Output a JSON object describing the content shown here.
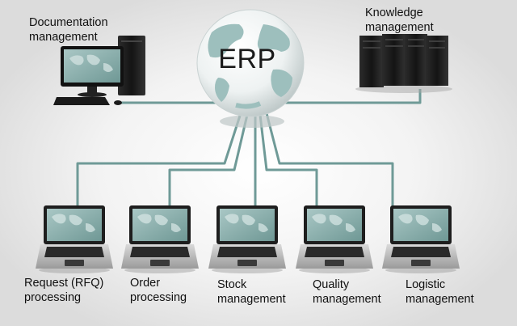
{
  "hub": {
    "title": "ERP",
    "icon": "globe-icon"
  },
  "top_nodes": [
    {
      "id": "documentation",
      "line1": "Documentation",
      "line2": "management",
      "icon": "desktop-computer-icon"
    },
    {
      "id": "knowledge",
      "line1": "Knowledge",
      "line2": "management",
      "icon": "server-rack-icon"
    }
  ],
  "bottom_nodes": [
    {
      "id": "request",
      "line1": "Request (RFQ)",
      "line2": "processing",
      "icon": "laptop-icon"
    },
    {
      "id": "order",
      "line1": "Order",
      "line2": "processing",
      "icon": "laptop-icon"
    },
    {
      "id": "stock",
      "line1": "Stock",
      "line2": "management",
      "icon": "laptop-icon"
    },
    {
      "id": "quality",
      "line1": "Quality",
      "line2": "management",
      "icon": "laptop-icon"
    },
    {
      "id": "logistic",
      "line1": "Logistic",
      "line2": "management",
      "icon": "laptop-icon"
    }
  ],
  "colors": {
    "connector": "#6f9a97",
    "screen": "#8fb4b2",
    "hardware": "#1c1c1c",
    "globe_land": "#9dbfbd",
    "globe_sea": "#f4f6f6"
  }
}
